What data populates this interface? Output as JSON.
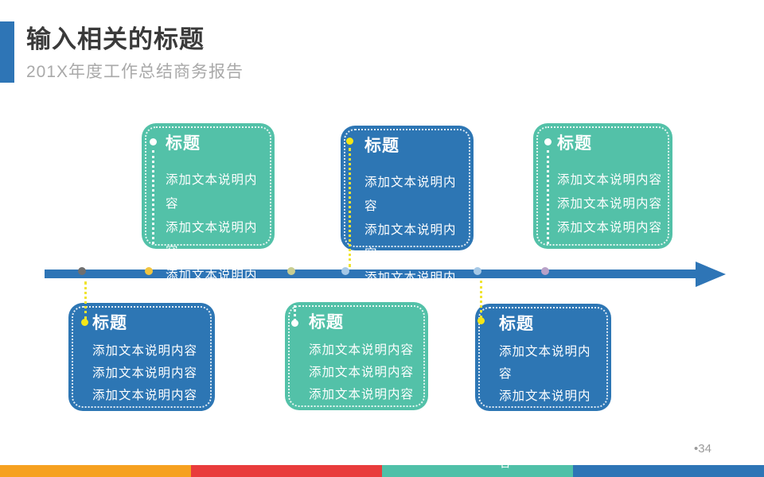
{
  "header": {
    "accent_color": "#2E75B6",
    "title": "输入相关的标题",
    "subtitle": "201X年度工作总结商务报告"
  },
  "timeline": {
    "bar_color": "#2E75B6",
    "connector_color": "#F0E431",
    "markers": [
      {
        "name": "node-1",
        "color": "#6F6F6F"
      },
      {
        "name": "node-2",
        "color": "#F1C53F"
      },
      {
        "name": "node-3",
        "color": "#C8CD90"
      },
      {
        "name": "node-4",
        "color": "#A5C8E6"
      },
      {
        "name": "node-5",
        "color": "#A5C8E6"
      },
      {
        "name": "node-6",
        "color": "#B8A1C8"
      }
    ]
  },
  "boxes": [
    {
      "variant": "teal",
      "fill": "#53C1A8",
      "title": "标题",
      "lines": [
        "添加文本说明内容",
        "添加文本说明内容",
        "添加文本说明内容"
      ]
    },
    {
      "variant": "blue",
      "fill": "#2D76B4",
      "title": "标题",
      "lines": [
        "添加文本说明内容",
        "添加文本说明内容",
        "添加文本说明内容"
      ]
    },
    {
      "variant": "teal",
      "fill": "#53C1A8",
      "title": "标题",
      "lines": [
        "添加文本说明内容",
        "添加文本说明内容",
        "添加文本说明内容"
      ]
    },
    {
      "variant": "blue",
      "fill": "#2D76B4",
      "title": "标题",
      "lines": [
        "添加文本说明内容",
        "添加文本说明内容",
        "添加文本说明内容"
      ]
    },
    {
      "variant": "teal",
      "fill": "#53C1A8",
      "title": "标题",
      "lines": [
        "添加文本说明内容",
        "添加文本说明内容",
        "添加文本说明内容"
      ]
    },
    {
      "variant": "blue",
      "fill": "#2D76B4",
      "title": "标题",
      "lines": [
        "添加文本说明内容",
        "添加文本说明内容",
        "添加文本说明内容"
      ]
    }
  ],
  "footer": {
    "page_number": "•34",
    "strip_colors": [
      "#F6A120",
      "#E93C3C",
      "#4FC0A8",
      "#2E75B6"
    ]
  }
}
